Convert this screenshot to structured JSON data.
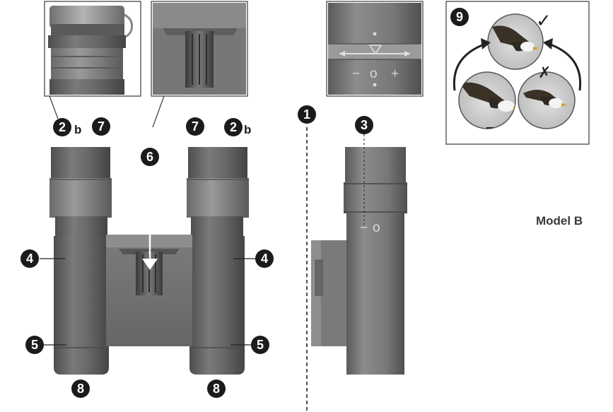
{
  "figure": {
    "model_label": "Model B"
  },
  "callouts": {
    "c2b_left": {
      "num": "2",
      "suffix": "b"
    },
    "c7_left": {
      "num": "7"
    },
    "c6": {
      "num": "6"
    },
    "c7_right": {
      "num": "7"
    },
    "c2b_right": {
      "num": "2",
      "suffix": "b"
    },
    "c4_left": {
      "num": "4"
    },
    "c4_right": {
      "num": "4"
    },
    "c5_left": {
      "num": "5"
    },
    "c5_right": {
      "num": "5"
    },
    "c8_left": {
      "num": "8"
    },
    "c8_right": {
      "num": "8"
    },
    "c1": {
      "num": "1"
    },
    "c3": {
      "num": "3"
    },
    "c9": {
      "num": "9"
    }
  },
  "diopter_scale": {
    "minus": "−",
    "zero": "o",
    "plus": "+",
    "side_minus": "−",
    "side_zero": "o"
  },
  "inset9": {
    "correct_mark": "✓",
    "wrong_mark": "✗"
  },
  "colors": {
    "body_dark": "#5c5c5c",
    "body_mid": "#6e6e6e",
    "body_light": "#8a8a8a",
    "callout_fill": "#1b1b1b",
    "border": "#3a3a3a"
  }
}
